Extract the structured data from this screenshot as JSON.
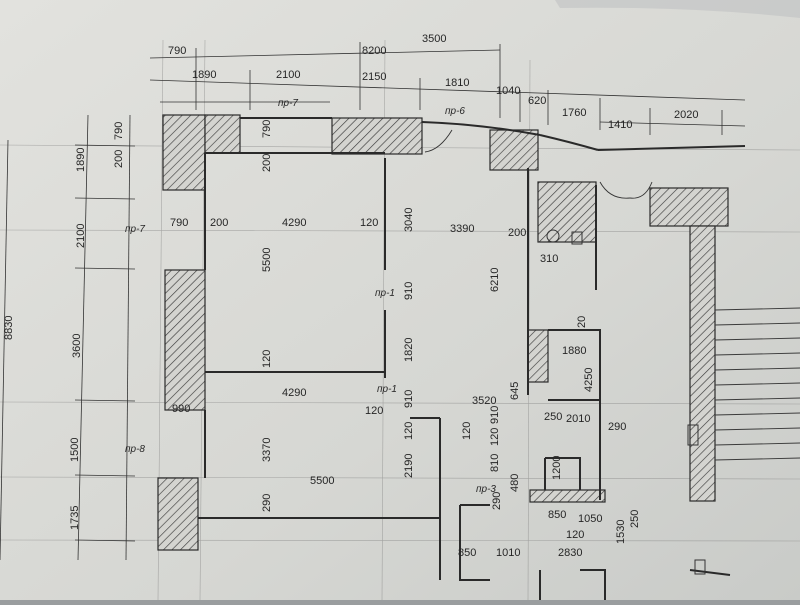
{
  "paper_colors": {
    "sheet": "#dcdcd8",
    "shadow": "#9fa3a5",
    "ink": "#262626",
    "line": "#3a3a3a"
  },
  "top_dims": {
    "row0": [
      "790",
      "8200",
      "3500"
    ],
    "row1": [
      "1890",
      "2100",
      "2150",
      "1810",
      "1040",
      "620",
      "1760",
      "1410",
      "2020"
    ]
  },
  "left_dims": [
    "790",
    "200",
    "1890",
    "2100",
    "3600",
    "1500",
    "1735",
    "8830"
  ],
  "labels": {
    "pr7_top": "пр-7",
    "pr7_left": "пр-7",
    "pr6": "пр-6",
    "pr1_a": "пр-1",
    "pr1_b": "пр-1",
    "pr8": "пр-8",
    "pr3": "пр-3"
  },
  "room1": {
    "w1": "790",
    "w2": "200",
    "width": "4290",
    "w3": "120",
    "height": "5500",
    "h_top": "200",
    "h_mid": "790",
    "h_bot": "120"
  },
  "room2": {
    "width": "4290",
    "w_left": "990",
    "w_right": "120",
    "height": "3370",
    "h_bot": "290",
    "width2": "5500"
  },
  "middle": {
    "d3040": "3040",
    "d3390": "3390",
    "d200": "200",
    "d6210": "6210",
    "d910a": "910",
    "d1820": "1820",
    "d910b": "910",
    "d3520": "3520",
    "d645": "645",
    "d120a": "120",
    "d120b": "120",
    "d2190": "2190",
    "d810": "810",
    "d120c": "120",
    "d910c": "910",
    "d480": "480",
    "d290": "290",
    "d850": "850",
    "d1010": "1010"
  },
  "right_block": {
    "d310": "310",
    "d20": "20",
    "d1880": "1880",
    "d4250": "4250",
    "d250": "250",
    "d2010": "2010",
    "d290": "290",
    "d1200": "1200",
    "d850": "850",
    "d1050": "1050",
    "d120": "120",
    "d2830": "2830",
    "d1530": "1530",
    "d250b": "250"
  }
}
